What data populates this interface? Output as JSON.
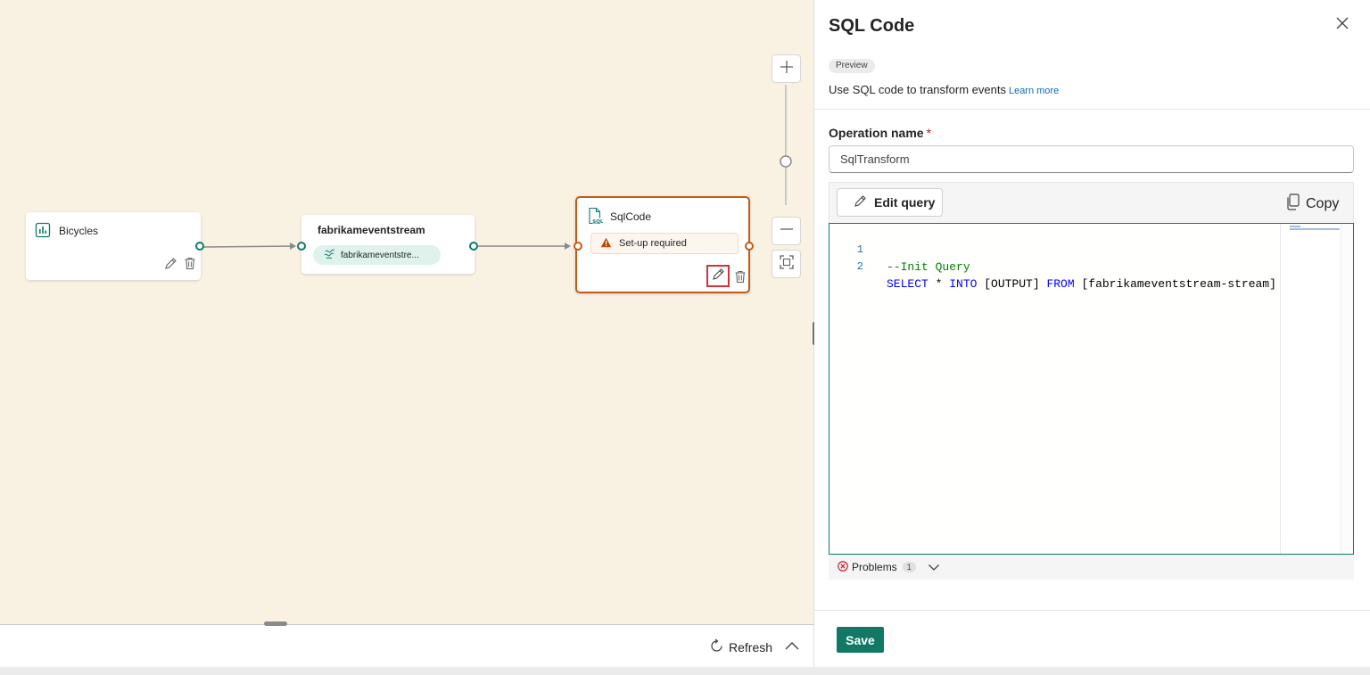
{
  "canvas": {
    "nodes": {
      "source": {
        "title": "Bicycles",
        "icon": "bar-chart-icon"
      },
      "stream": {
        "title": "fabrikameventstream",
        "pill_text": "fabrikameventstre...",
        "icon": "eventstream-icon"
      },
      "sql": {
        "title": "SqlCode",
        "warning": "Set-up required",
        "icon": "sql-file-icon"
      }
    },
    "bottom": {
      "refresh_label": "Refresh"
    }
  },
  "panel": {
    "title": "SQL Code",
    "badge": "Preview",
    "description": "Use SQL code to transform events",
    "learn_more": "Learn more",
    "operation_label": "Operation name",
    "required_marker": "*",
    "operation_value": "SqlTransform",
    "edit_query_label": "Edit query",
    "copy_label": "Copy",
    "code": {
      "lines": [
        {
          "no": "1",
          "comment": "--Init Query"
        },
        {
          "no": "2",
          "kw1": "SELECT",
          "t1": " * ",
          "kw2": "INTO",
          "t2": " [OUTPUT] ",
          "kw3": "FROM",
          "t3": " [fabrikameventstream-stream]"
        }
      ]
    },
    "problems_label": "Problems",
    "problems_count": "1",
    "save_label": "Save"
  },
  "colors": {
    "canvas_bg": "#f9f2e3",
    "accent_teal": "#117865",
    "warning_orange": "#c25b17",
    "highlight_red": "#d13438"
  }
}
